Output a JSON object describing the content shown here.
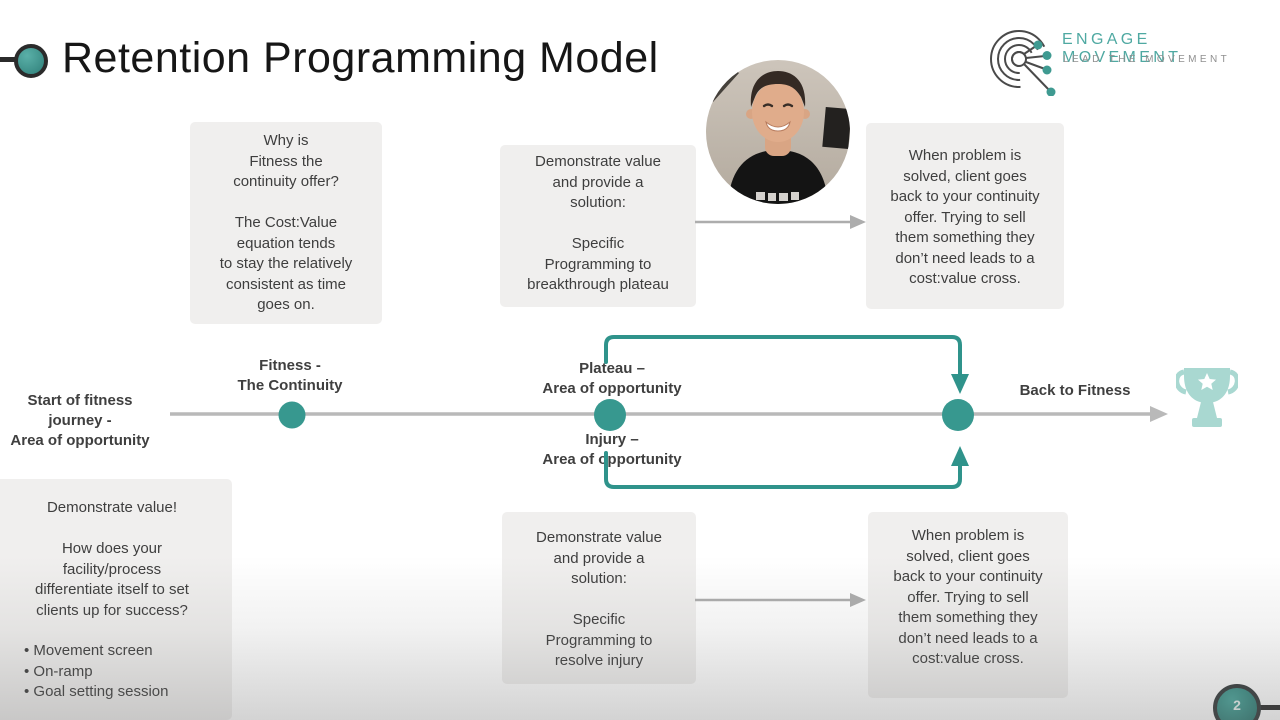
{
  "slide": {
    "title": "Retention Programming Model",
    "page_number": "2"
  },
  "logo": {
    "name": "ENGAGE MOVEMENT",
    "tagline": "LEAD THE MOVEMENT"
  },
  "colors": {
    "teal": "#35968e",
    "light_teal": "#a9d8d1",
    "box_bg": "#f0efee",
    "arrow_gray": "#aeaeae",
    "text": "#3e3e3e",
    "dark": "#2b2b2b"
  },
  "boxes": {
    "top_left": {
      "lines": [
        "Why is",
        "Fitness the",
        "continuity offer?",
        "",
        "The Cost:Value",
        "equation tends",
        "to stay the relatively",
        "consistent as time",
        "goes on."
      ]
    },
    "top_center": {
      "lines": [
        "Demonstrate value",
        "and provide a",
        "solution:",
        "",
        "Specific",
        "Programming to",
        "breakthrough plateau"
      ]
    },
    "top_right": {
      "lines": [
        "When problem is",
        "solved, client goes",
        "back to your continuity",
        "offer. Trying to sell",
        "them something they",
        "don’t need leads to a",
        "cost:value cross."
      ]
    },
    "bottom_left": {
      "para": [
        "Demonstrate value!",
        "",
        "How does your",
        "facility/process",
        "differentiate itself to set",
        "clients up for success?"
      ],
      "bullets": [
        "•  Movement screen",
        "•  On-ramp",
        "•  Goal setting session"
      ]
    },
    "bottom_center": {
      "lines": [
        "Demonstrate value",
        "and provide a",
        "solution:",
        "",
        "Specific",
        "Programming to",
        "resolve injury"
      ]
    },
    "bottom_right": {
      "lines": [
        "When problem is",
        "solved, client goes",
        "back to your continuity",
        "offer. Trying to sell",
        "them something they",
        "don’t need leads to a",
        "cost:value cross."
      ]
    }
  },
  "timeline": {
    "start_label": [
      "Start of fitness",
      "journey -",
      "Area of opportunity"
    ],
    "fitness_label": [
      "Fitness -",
      "The Continuity"
    ],
    "plateau_label": [
      "Plateau –",
      "Area of opportunity"
    ],
    "injury_label": [
      "Injury –",
      "Area of opportunity"
    ],
    "back_label": "Back to Fitness"
  }
}
